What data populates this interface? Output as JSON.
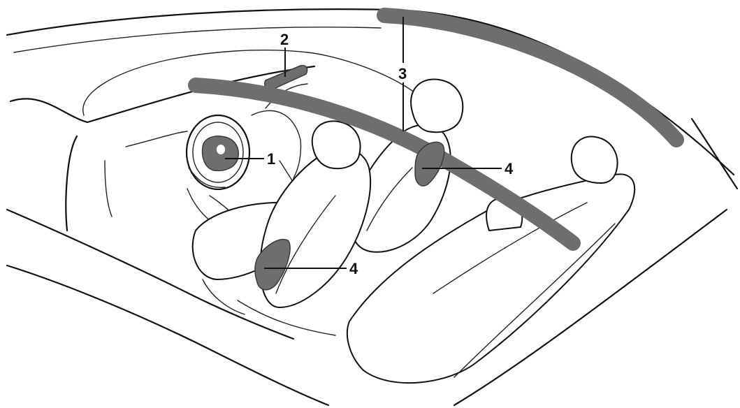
{
  "colors": {
    "airbag": "#6e6e6e",
    "airbag_edge": "#3a3a3a",
    "line": "#111111",
    "background": "#ffffff"
  },
  "callouts": [
    {
      "id": "c1",
      "number": "1"
    },
    {
      "id": "c2",
      "number": "2"
    },
    {
      "id": "c3",
      "number": "3"
    },
    {
      "id": "c4a",
      "number": "4"
    },
    {
      "id": "c4b",
      "number": "4"
    }
  ]
}
